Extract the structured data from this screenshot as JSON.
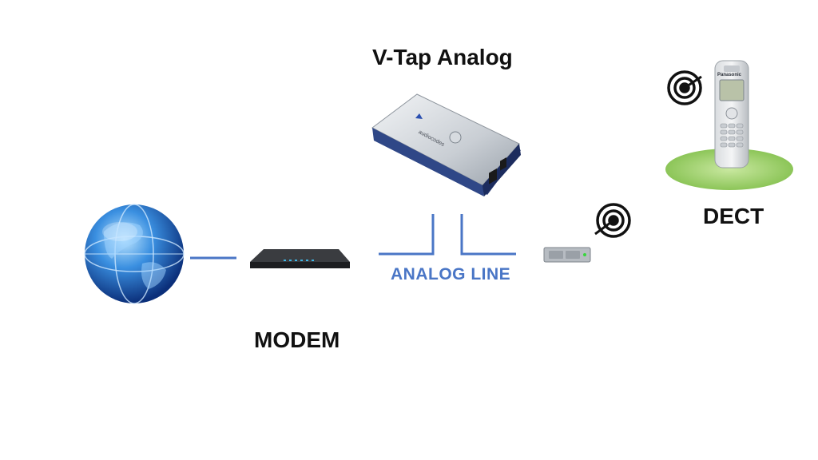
{
  "diagram": {
    "title": "V-Tap Analog",
    "modem_label": "MODEM",
    "analog_line_label": "ANALOG LINE",
    "dect_label": "DECT",
    "device_brand": "audiocodes",
    "phone_brand": "Panasonic"
  },
  "colors": {
    "line": "#4a76c6",
    "label_blue": "#4a76c6",
    "text": "#111111",
    "ellipse": "#9fcf6a"
  }
}
